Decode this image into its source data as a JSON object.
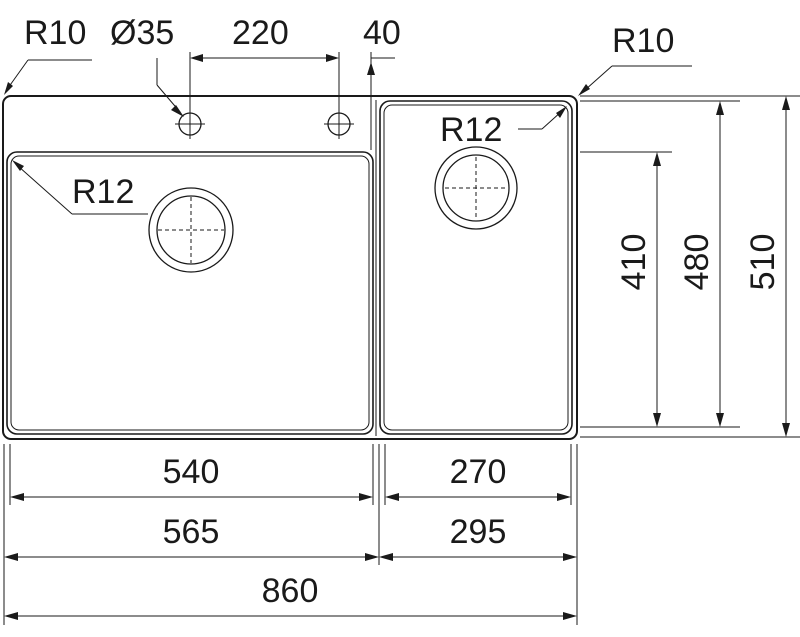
{
  "drawing": {
    "top_labels": {
      "radius_corner": "R10",
      "hole_diameter": "Ø35",
      "tap_spacing": "220",
      "edge_offset": "40",
      "radius_corner_right": "R10"
    },
    "bowl_labels": {
      "left_bowl_radius": "R12",
      "right_bowl_radius": "R12"
    },
    "vertical_dimensions": {
      "bowl_depth": "410",
      "inner_depth": "480",
      "overall_depth": "510"
    },
    "horizontal_dimensions": {
      "left_bowl_width": "540",
      "right_bowl_width": "270",
      "left_section_width": "565",
      "right_section_width": "295",
      "overall_width": "860"
    }
  }
}
